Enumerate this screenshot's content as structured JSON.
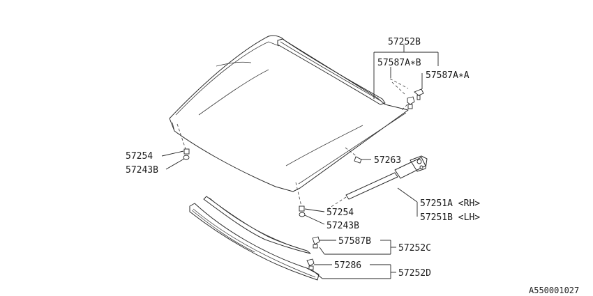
{
  "parts": {
    "p57252B": "57252B",
    "p57587AB": "57587A∗B",
    "p57587AA": "57587A∗A",
    "p57254_left": "57254",
    "p57243B_left": "57243B",
    "p57263": "57263",
    "p57251A": "57251A <RH>",
    "p57251B": "57251B <LH>",
    "p57254_center": "57254",
    "p57243B_center": "57243B",
    "p57587B": "57587B",
    "p57252C": "57252C",
    "p57286": "57286",
    "p57252D": "57252D"
  },
  "reference_code": "A550001027"
}
